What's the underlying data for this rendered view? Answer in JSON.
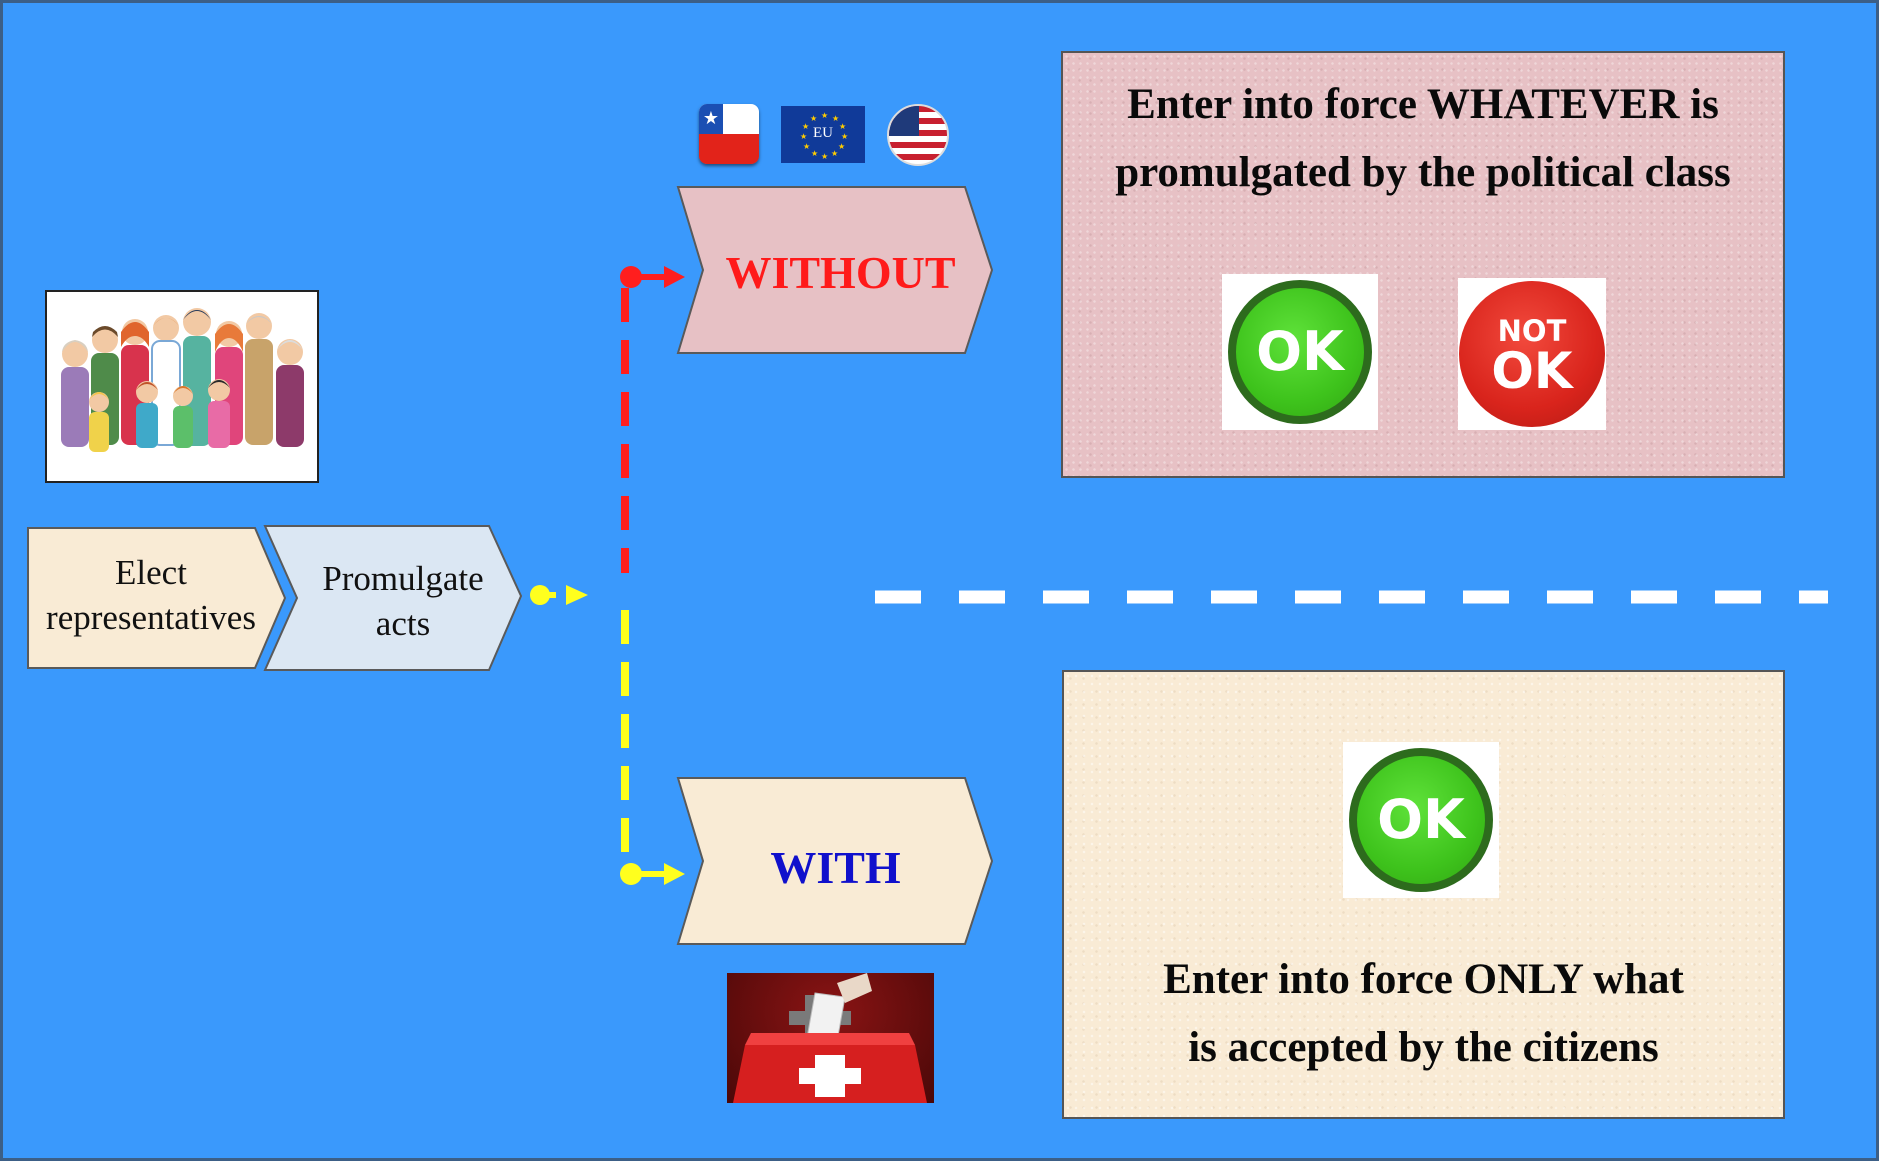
{
  "steps": {
    "elect": "Elect representatives",
    "promulgate": "Promulgate acts"
  },
  "branches": {
    "without": {
      "label": "WITHOUT",
      "label_color": "#ff1a1a",
      "arrow_color": "#ff1e1e",
      "flags": [
        {
          "name": "chile-flag-icon"
        },
        {
          "name": "eu-flag-icon",
          "text": "EU"
        },
        {
          "name": "usa-flag-icon"
        }
      ],
      "outcome_line1": "Enter into force WHATEVER is",
      "outcome_line2": "promulgated by the political class",
      "badges": [
        {
          "name": "ok-badge-icon",
          "text": "OK",
          "color": "#3ec31c"
        },
        {
          "name": "not-ok-badge-icon",
          "text_top": "NOT",
          "text": "OK",
          "color": "#d9241c"
        }
      ]
    },
    "with": {
      "label": "WITH",
      "label_color": "#1010cc",
      "arrow_color": "#ffff1e",
      "outcome_line1": "Enter into force ONLY what",
      "outcome_line2": "is accepted by the citizens",
      "badges": [
        {
          "name": "ok-badge-icon",
          "text": "OK",
          "color": "#3ec31c"
        }
      ]
    }
  },
  "colors": {
    "background": "#3a99fc",
    "separator": "#ffffff"
  },
  "icons": {
    "citizens": "family-group-icon",
    "ballot": "swiss-ballot-box-icon"
  }
}
